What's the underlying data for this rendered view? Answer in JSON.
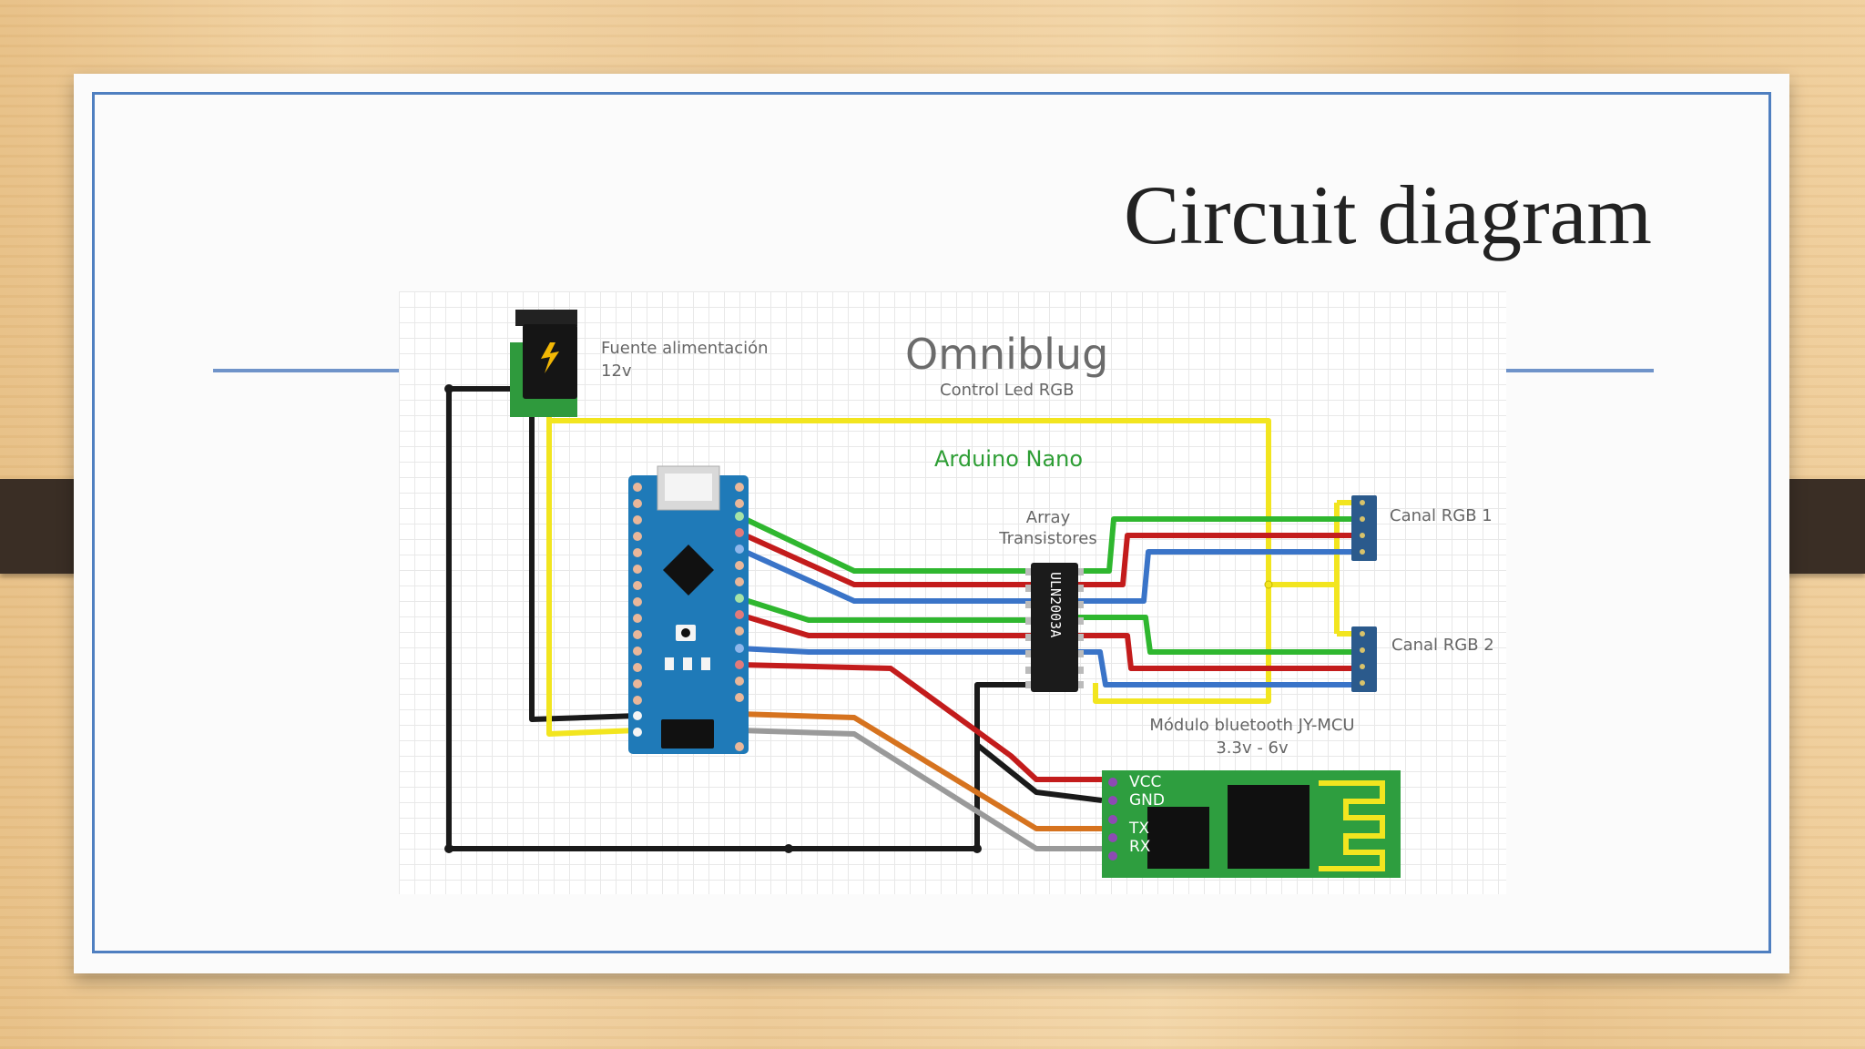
{
  "slide": {
    "title": "Circuit diagram"
  },
  "diagram": {
    "title": "Omniblug",
    "subtitle": "Control Led RGB",
    "power_label_line1": "Fuente alimentación",
    "power_label_line2": "12v",
    "board_label": "Arduino Nano",
    "array_label_line1": "Array",
    "array_label_line2": "Transistores",
    "chip_label": "ULN2003A",
    "rgb1_label": "Canal RGB 1",
    "rgb2_label": "Canal RGB 2",
    "bt_label_line1": "Módulo bluetooth JY-MCU",
    "bt_label_line2": "3.3v - 6v",
    "bt_pins": [
      "VCC",
      "GND",
      "TX",
      "RX"
    ]
  },
  "colors": {
    "wire_yellow": "#f2e51f",
    "wire_green": "#2fb72f",
    "wire_red": "#c31c1c",
    "wire_blue": "#3a74c8",
    "wire_black": "#1a1a1a",
    "wire_orange": "#d6731f",
    "wire_gray": "#9a9a9a",
    "arduino_board": "#1f7ab8",
    "bluetooth_board": "#2e9e3f",
    "frame_blue": "#4f7fc0"
  }
}
